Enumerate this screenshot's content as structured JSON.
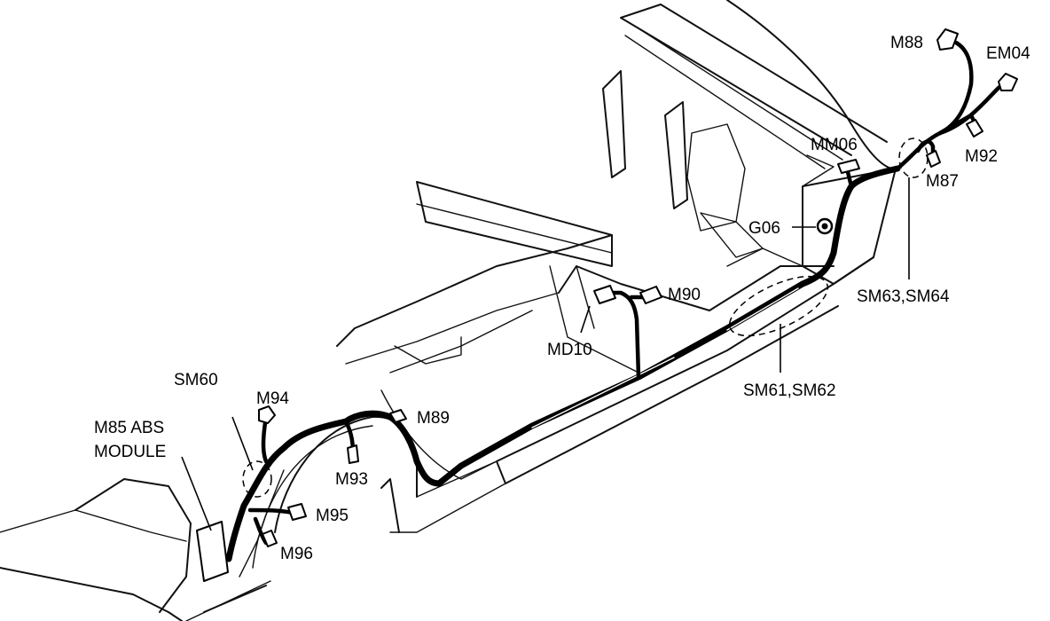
{
  "labels": {
    "m88": "M88",
    "em04": "EM04",
    "mm06": "MM06",
    "m92": "M92",
    "m87": "M87",
    "g06": "G06",
    "sm63_sm64": "SM63,SM64",
    "m90": "M90",
    "md10": "MD10",
    "sm61_sm62": "SM61,SM62",
    "sm60": "SM60",
    "m94": "M94",
    "m89": "M89",
    "m85_line1": "M85 ABS",
    "m85_line2": "MODULE",
    "m93": "M93",
    "m95": "M95",
    "m96": "M96"
  }
}
